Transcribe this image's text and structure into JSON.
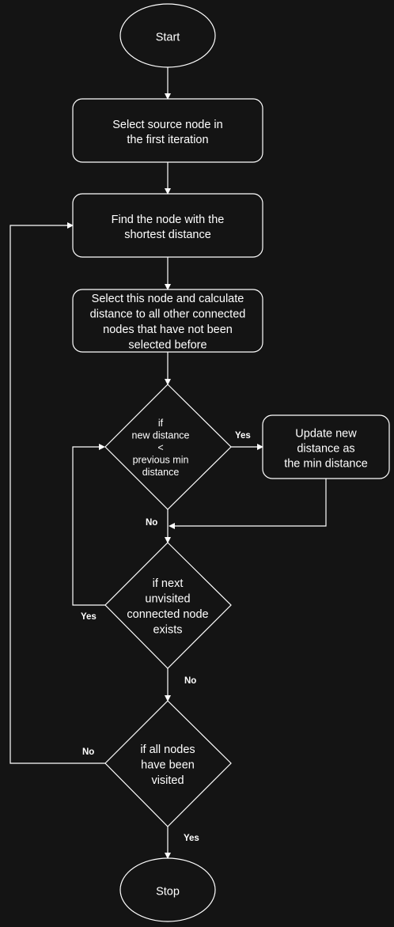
{
  "nodes": {
    "start": {
      "lines": [
        "Start"
      ]
    },
    "select_source": {
      "lines": [
        "Select source node in",
        "the first iteration"
      ]
    },
    "find_shortest": {
      "lines": [
        "Find the node with the",
        "shortest distance"
      ]
    },
    "select_calc": {
      "lines": [
        "Select this node and calculate",
        "distance to all other connected",
        "nodes that have not been",
        "selected before"
      ]
    },
    "if_new_distance": {
      "lines": [
        "if",
        "new distance",
        "<",
        "previous min",
        "distance"
      ]
    },
    "update_min": {
      "lines": [
        "Update new",
        "distance as",
        "the min distance"
      ]
    },
    "if_next_unvisited": {
      "lines": [
        "if next",
        "unvisited",
        "connected node",
        "exists"
      ]
    },
    "if_all_visited": {
      "lines": [
        "if all nodes",
        "have been",
        "visited"
      ]
    },
    "stop": {
      "lines": [
        "Stop"
      ]
    }
  },
  "edge_labels": {
    "new_distance_yes": "Yes",
    "new_distance_no": "No",
    "next_unvisited_yes": "Yes",
    "next_unvisited_no": "No",
    "all_visited_no": "No",
    "all_visited_yes": "Yes"
  }
}
